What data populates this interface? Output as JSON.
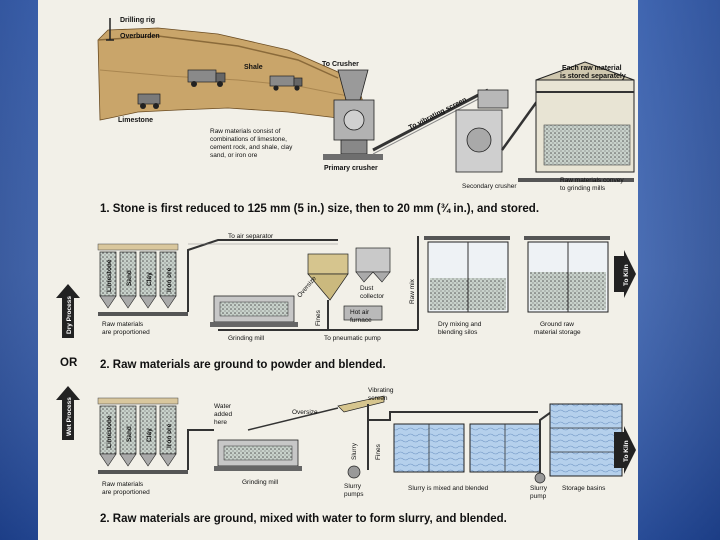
{
  "colors": {
    "background_blue": "#3a63b3",
    "panel": "#f2f0e8",
    "tan_ground": "#c9a56a",
    "equipment": "#8a8a8a",
    "material": "#9aa7a0",
    "water": "#a9c7e6",
    "arrow_dark": "#222222"
  },
  "section1": {
    "labels": {
      "drilling_rig": "Drilling rig",
      "overburden": "Overburden",
      "shale": "Shale",
      "limestone": "Limestone",
      "to_crusher": "To Crusher",
      "raw_materials_l1": "Raw materials consist of",
      "raw_materials_l2": "combinations of limestone,",
      "raw_materials_l3": "cement rock, and shale, clay",
      "raw_materials_l4": "sand, or iron ore",
      "primary_crusher": "Primary crusher",
      "to_vibrating_screen": "To vibrating screen",
      "secondary_crusher": "Secondary crusher",
      "stored_l1": "Each raw material",
      "stored_l2": "is stored separately",
      "convey_l1": "Raw materials convey",
      "convey_l2": "to grinding mills"
    },
    "caption": "1. Stone is first reduced to 125 mm (5 in.) size, then to 20 mm (¾ in.), and stored."
  },
  "section2": {
    "side_label": "Dry Process",
    "silos": [
      "Limestone",
      "Sand",
      "Clay",
      "Iron ore"
    ],
    "labels": {
      "to_air_separator": "To air separator",
      "raw_proportioned_l1": "Raw materials",
      "raw_proportioned_l2": "are proportioned",
      "grinding_mill": "Grinding mill",
      "oversize": "Oversize",
      "fines": "Fines",
      "dust_collector_l1": "Dust",
      "dust_collector_l2": "collector",
      "hot_air_l1": "Hot air",
      "hot_air_l2": "furnace",
      "to_pneumatic_pump": "To pneumatic pump",
      "raw_mix": "Raw mix",
      "dry_mixing_l1": "Dry mixing and",
      "dry_mixing_l2": "blending silos",
      "ground_raw_l1": "Ground raw",
      "ground_raw_l2": "material storage",
      "to_kiln": "To Kiln"
    },
    "caption": "2. Raw materials are ground to powder and blended."
  },
  "or_label": "OR",
  "section3": {
    "side_label": "Wet Process",
    "silos": [
      "Limestone",
      "Sand",
      "Clay",
      "Iron ore"
    ],
    "labels": {
      "water_added_l1": "Water",
      "water_added_l2": "added",
      "water_added_l3": "here",
      "oversize": "Oversize",
      "vibrating_screen_l1": "Vibrating",
      "vibrating_screen_l2": "screen",
      "slurry": "Slurry",
      "fines": "Fines",
      "raw_proportioned_l1": "Raw materials",
      "raw_proportioned_l2": "are proportioned",
      "grinding_mill": "Grinding mill",
      "slurry_pumps_l1": "Slurry",
      "slurry_pumps_l2": "pumps",
      "slurry_mixed": "Slurry is mixed and blended",
      "slurry_pump_l1": "Slurry",
      "slurry_pump_l2": "pump",
      "storage_basins": "Storage basins",
      "to_kiln": "To Kiln"
    },
    "caption": "2. Raw materials are ground, mixed with water to form slurry, and blended."
  }
}
